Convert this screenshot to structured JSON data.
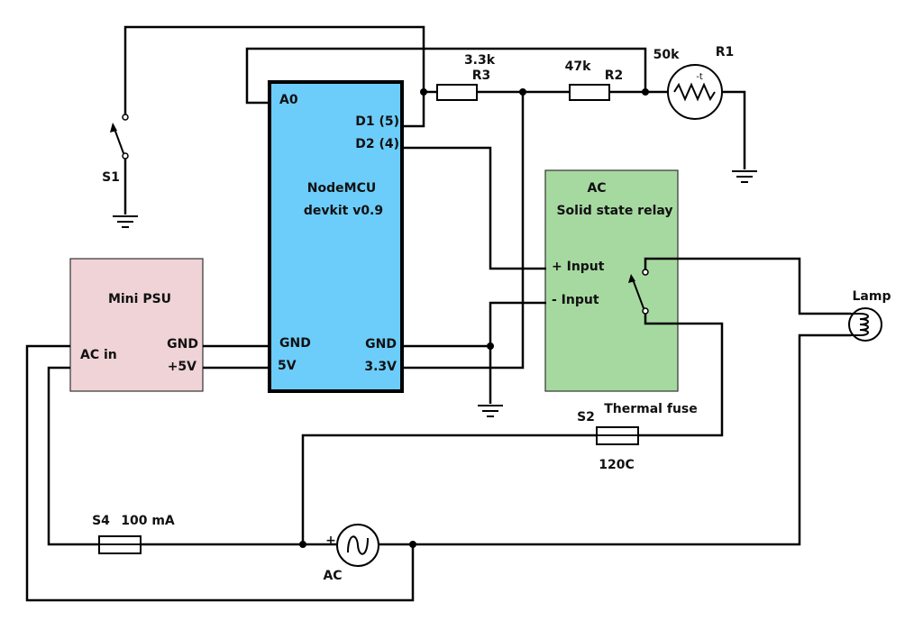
{
  "colors": {
    "mcu_fill": "#6ccdfb",
    "psu_fill": "#efd3d6",
    "relay_fill": "#a6d9a0",
    "wire": "#000000"
  },
  "mcu": {
    "name": "NodeMCU",
    "version": "devkit v0.9",
    "pin_a0": "A0",
    "pin_d1": "D1 (5)",
    "pin_d2": "D2 (4)",
    "pin_gnd_left": "GND",
    "pin_5v": "5V",
    "pin_gnd_right": "GND",
    "pin_3v3": "3.3V"
  },
  "psu": {
    "name": "Mini PSU",
    "ac_in": "AC in",
    "gnd": "GND",
    "plus5v": "+5V"
  },
  "relay": {
    "title": "AC",
    "subtitle": "Solid state relay",
    "input_plus": "+ Input",
    "input_minus": "- Input"
  },
  "resistors": {
    "r3_value": "3.3k",
    "r3_label": "R3",
    "r2_value": "47k",
    "r2_label": "R2",
    "r1_value": "50k",
    "r1_label": "R1",
    "r1_mark": "-t"
  },
  "switch_s1": {
    "label": "S1"
  },
  "lamp": {
    "label": "Lamp"
  },
  "fuse_s2": {
    "label": "S2",
    "name": "Thermal fuse",
    "rating": "120C"
  },
  "fuse_s4": {
    "label": "S4",
    "rating": "100 mA"
  },
  "ac_source": {
    "label": "AC",
    "polarity": "+"
  }
}
